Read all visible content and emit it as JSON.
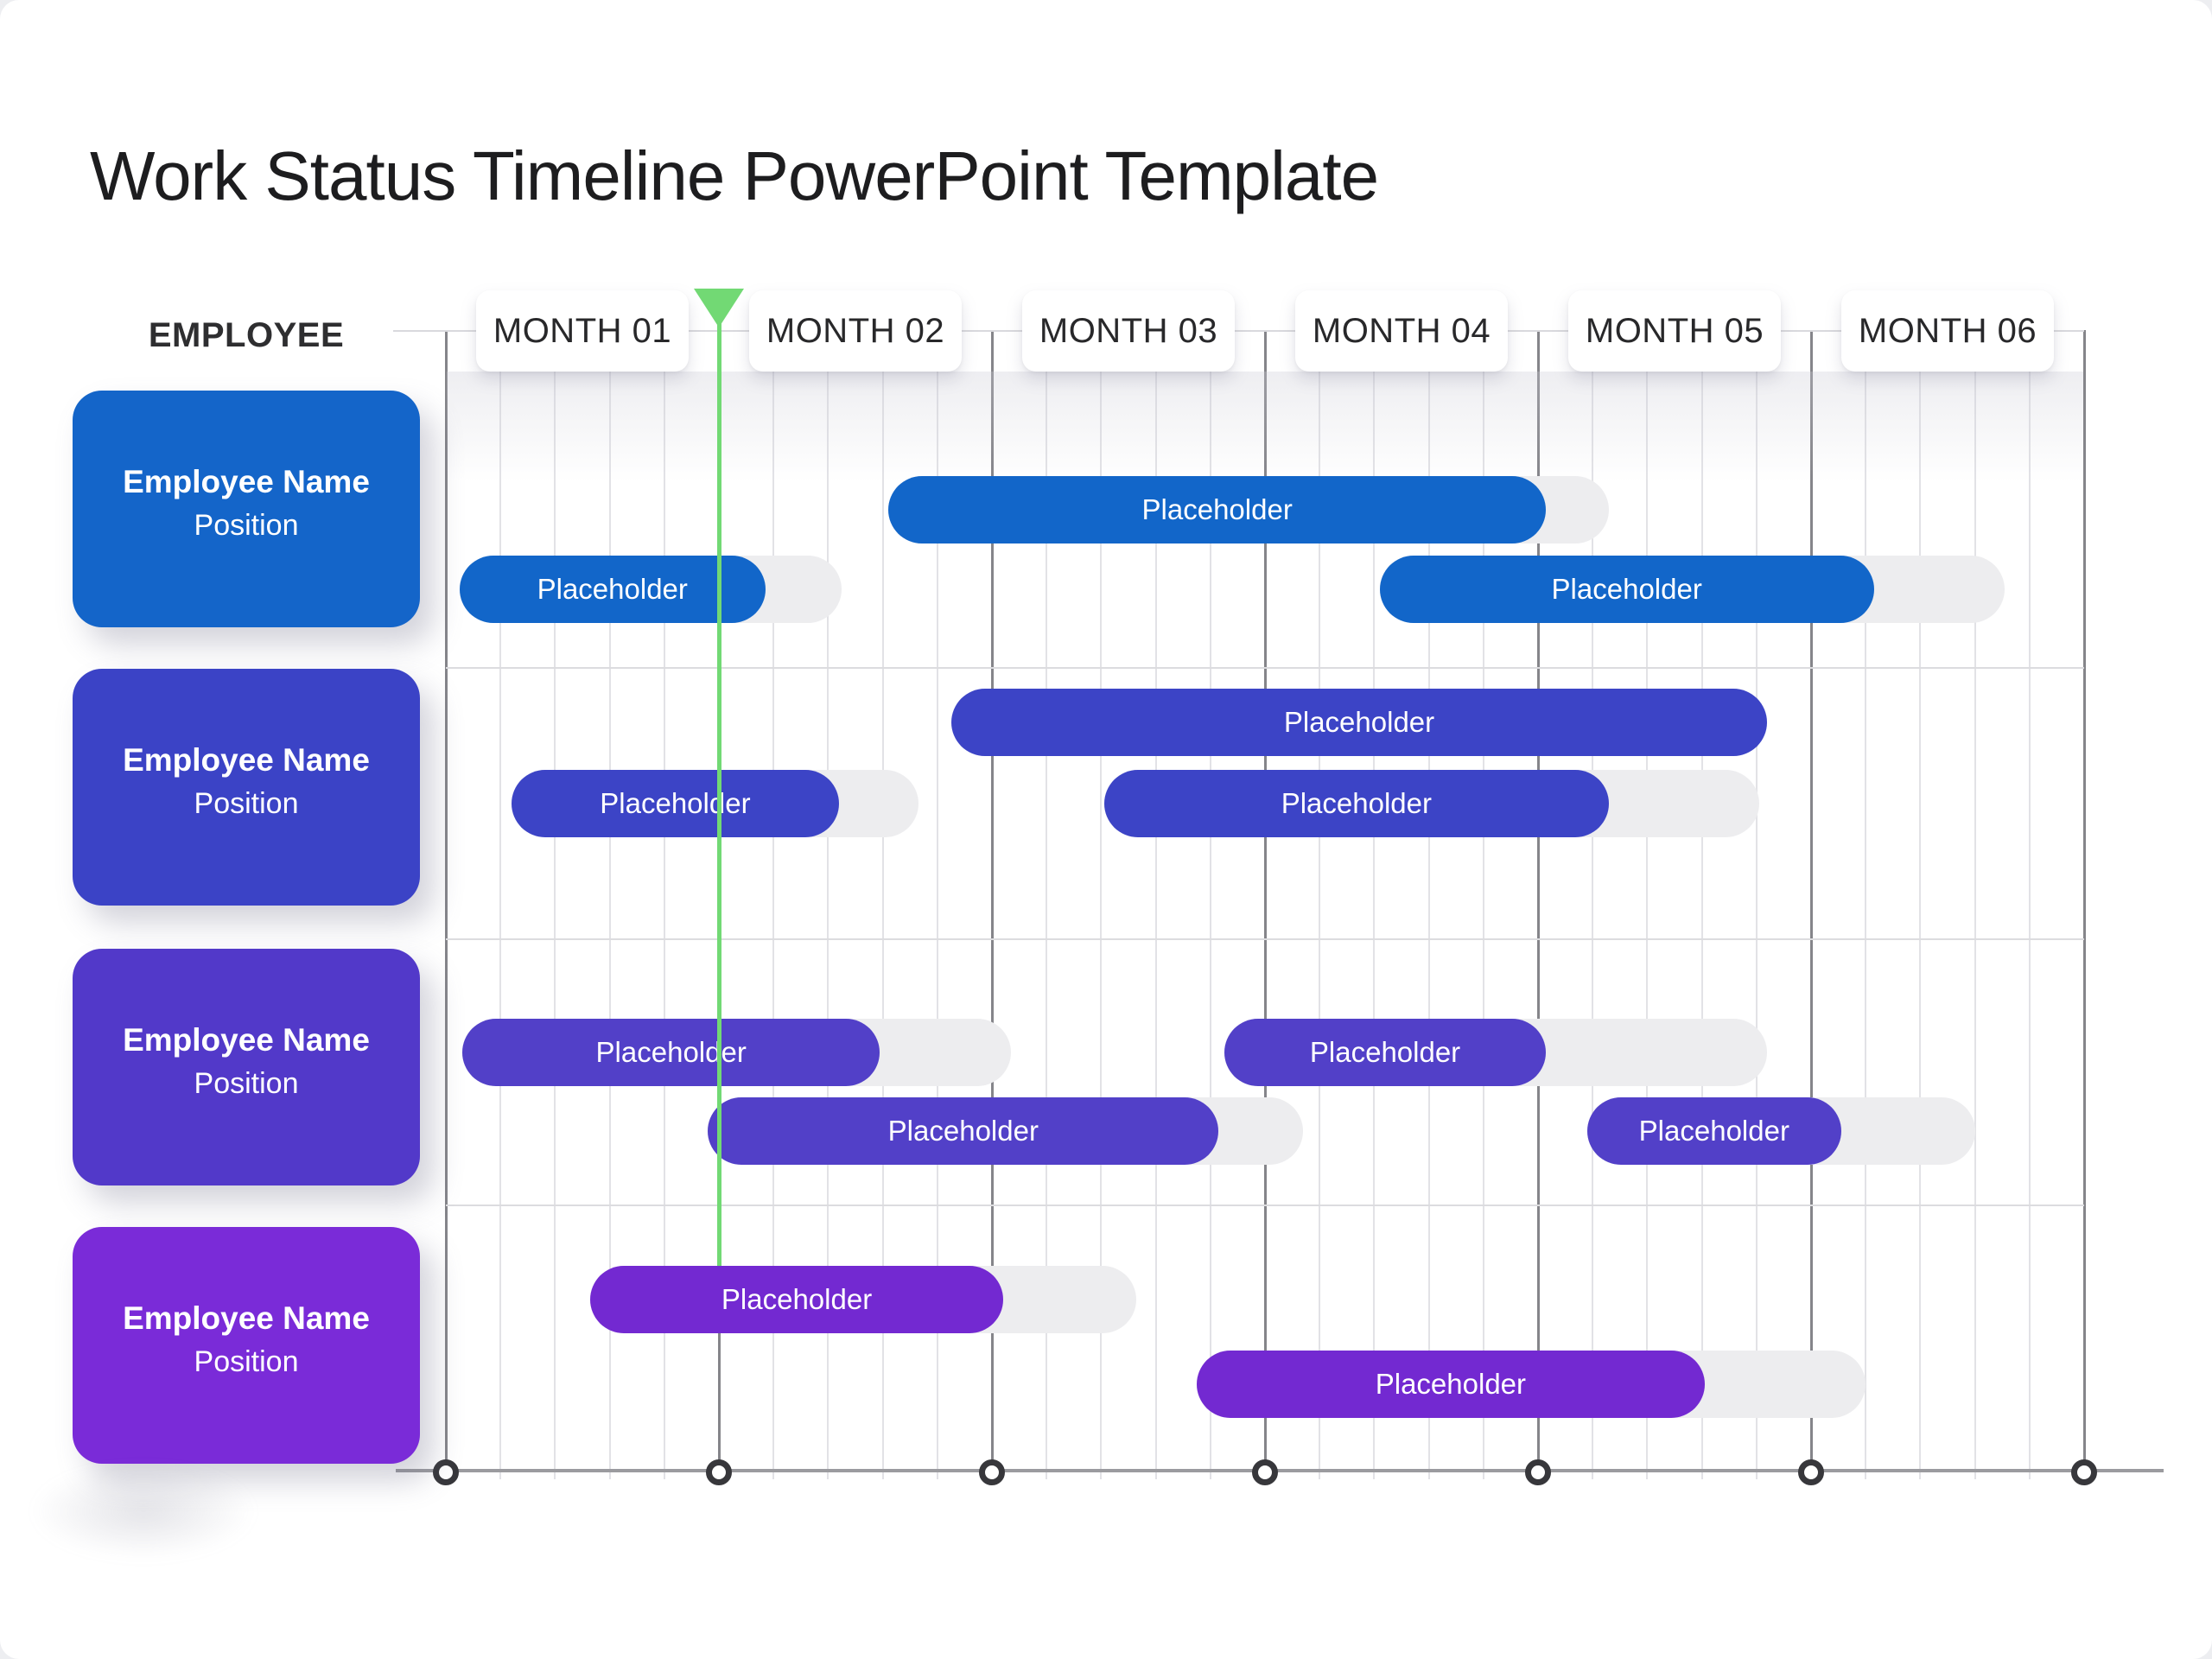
{
  "slide": {
    "title": "Work Status Timeline PowerPoint Template",
    "employee_column_header": "EMPLOYEE"
  },
  "chart_data": {
    "type": "gantt",
    "title": "Work Status Timeline",
    "x_axis": {
      "categories": [
        "MONTH 01",
        "MONTH 02",
        "MONTH 03",
        "MONTH 04",
        "MONTH 05",
        "MONTH 06"
      ],
      "range_months": [
        0,
        6
      ],
      "minor_gridlines_per_month": 5,
      "gridlines": true
    },
    "today_marker": {
      "position_month": 1.0,
      "shape": "triangle-down",
      "color": "#72D974"
    },
    "axis_marker_positions_months": [
      0,
      1,
      2,
      3,
      4,
      5,
      6
    ],
    "rows": [
      {
        "employee": "Employee Name",
        "position": "Position",
        "card_color": "#1465C9",
        "bar_color": "#1266C9",
        "bars": [
          {
            "line": 1,
            "start_month": 1.62,
            "end_month": 4.03,
            "track_end_month": 4.26,
            "label": "Placeholder"
          },
          {
            "line": 2,
            "start_month": 0.05,
            "end_month": 1.17,
            "track_end_month": 1.45,
            "label": "Placeholder"
          },
          {
            "line": 2,
            "start_month": 3.42,
            "end_month": 5.23,
            "track_end_month": 5.71,
            "label": "Placeholder"
          }
        ]
      },
      {
        "employee": "Employee Name",
        "position": "Position",
        "card_color": "#3B43C6",
        "bar_color": "#3C44C6",
        "bars": [
          {
            "line": 1,
            "start_month": 1.85,
            "end_month": 4.84,
            "track_end_month": null,
            "label": "Placeholder"
          },
          {
            "line": 2,
            "start_month": 0.24,
            "end_month": 1.44,
            "track_end_month": 1.73,
            "label": "Placeholder"
          },
          {
            "line": 2,
            "start_month": 2.41,
            "end_month": 4.26,
            "track_end_month": 4.81,
            "label": "Placeholder"
          }
        ]
      },
      {
        "employee": "Employee Name",
        "position": "Position",
        "card_color": "#5239C9",
        "bar_color": "#5240C8",
        "bars": [
          {
            "line": 1,
            "start_month": 0.06,
            "end_month": 1.59,
            "track_end_month": 2.07,
            "label": "Placeholder"
          },
          {
            "line": 1,
            "start_month": 2.85,
            "end_month": 4.03,
            "track_end_month": 4.84,
            "label": "Placeholder"
          },
          {
            "line": 2,
            "start_month": 0.96,
            "end_month": 2.83,
            "track_end_month": 3.14,
            "label": "Placeholder"
          },
          {
            "line": 2,
            "start_month": 4.18,
            "end_month": 5.11,
            "track_end_month": 5.6,
            "label": "Placeholder"
          }
        ]
      },
      {
        "employee": "Employee Name",
        "position": "Position",
        "card_color": "#7A2BD8",
        "bar_color": "#7329D1",
        "bars": [
          {
            "line": 1,
            "start_month": 0.53,
            "end_month": 2.04,
            "track_end_month": 2.53,
            "label": "Placeholder"
          },
          {
            "line": 2,
            "start_month": 2.75,
            "end_month": 4.61,
            "track_end_month": 5.2,
            "label": "Placeholder"
          }
        ]
      }
    ]
  },
  "colors": {
    "track": "#EDEDEF",
    "gridline_minor": "#E2E2E6",
    "gridline_major": "#85858A",
    "row_separator": "#DCDCDF",
    "axis_line": "#9B9B9F",
    "axis_marker_ring": "#37373B",
    "today_green": "#72D974",
    "title_text": "#1D1D1F"
  }
}
